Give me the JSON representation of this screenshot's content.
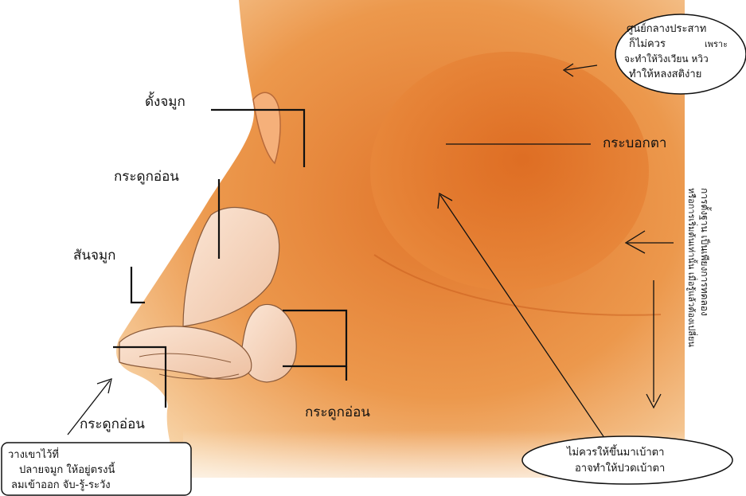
{
  "labels": {
    "nasal_bridge": "ดั้งจมูก",
    "eye_socket": "กระบอกตา",
    "cartilage_upper": "กระดูกอ่อน",
    "nose_ridge": "สันจมูก",
    "cartilage_wing": "กระดูกอ่อน",
    "cartilage_tip": "กระดูกอ่อน"
  },
  "notes": {
    "top_right": [
      "ศูนย์กลางประสาท",
      "ก็ไม่ควร",
      "เพราะ",
      "จะทำให้วิงเวียน หวิว",
      "ทำให้หลงสติง่าย"
    ],
    "bottom_left": [
      "วางเขาไว้ที่",
      "ปลายจมูก ให้อยู่ตรงนี้",
      "ลมเข้าออก จับ-รู้-ระวัง"
    ],
    "bottom_right": [
      "ไม่ควรให้ขึ้นมาเบ้าตา",
      "อาจทำให้ปวดเบ้าตา"
    ],
    "vertical_right": [
      "การตั้งฐาน เป็นเพียงการทดลอง",
      "หรือการเริ่มต้นเท่านั้น เมื่อรู้แล้วต้องเปลี่ยน"
    ]
  },
  "colors": {
    "skin_light": "#f6c58a",
    "skin_mid": "#ec9a4e",
    "skin_dark": "#e0782f",
    "cartilage": "#f5d6bf",
    "line": "#111111"
  }
}
